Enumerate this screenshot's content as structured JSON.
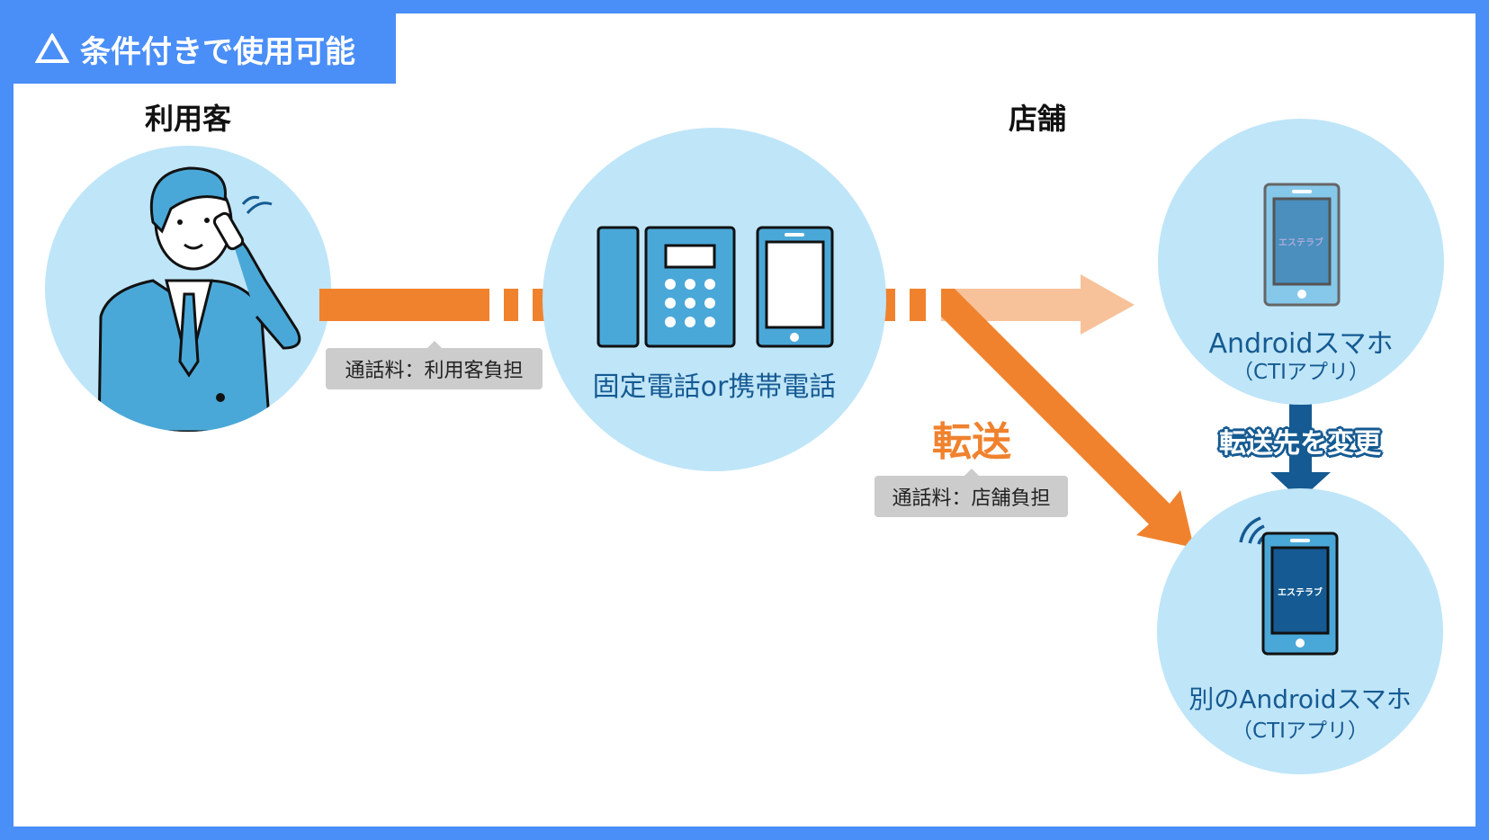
{
  "header": {
    "icon": "triangle-outline-icon",
    "title": "条件付きで使用可能"
  },
  "labels": {
    "customer": "利用客",
    "store": "店舗"
  },
  "middle": {
    "caption": "固定電話or携帯電話"
  },
  "fees": {
    "customer": "通話料：利用客負担",
    "store": "通話料：店舗負担"
  },
  "transfer": "転送",
  "change_destination": "転送先を変更",
  "android1": {
    "title": "Androidスマホ",
    "sub": "（CTIアプリ）",
    "screen": "エステラブ"
  },
  "android2": {
    "title": "別のAndroidスマホ",
    "sub": "（CTIアプリ）",
    "screen": "エステラブ"
  },
  "colors": {
    "border": "#4a8ef8",
    "circle": "#bfe5f8",
    "orange": "#f0822e",
    "light_orange": "#f7c29a",
    "navy": "#155a92"
  }
}
